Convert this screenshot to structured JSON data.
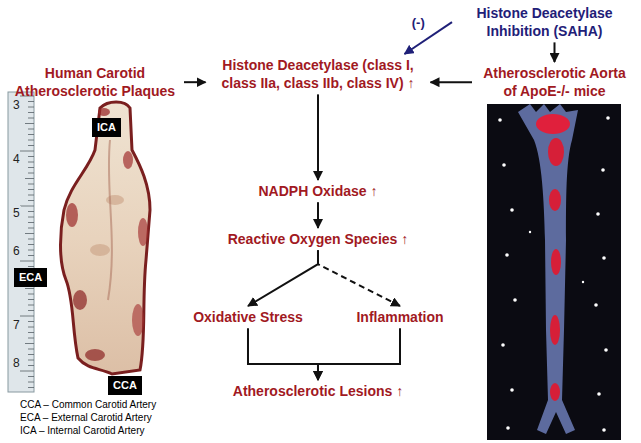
{
  "diagram": {
    "nodes": [
      {
        "text": [
          "Histone Deacetylase Inhibition (SAHA)"
        ]
      },
      {
        "text": [
          "Human Carotid Atherosclerotic Plaques"
        ]
      },
      {
        "text": [
          "Histone Deacetylase (class I, class IIa, class IIb, class IV) ↑"
        ]
      },
      {
        "text": [
          "Atherosclerotic Aorta of ApoE-/- mice"
        ]
      },
      {
        "text": [
          "NADPH Oxidase ↑"
        ]
      },
      {
        "text": [
          "Reactive Oxygen Species ↑"
        ]
      },
      {
        "text": [
          "Oxidative Stress"
        ]
      },
      {
        "text": [
          "Inflammation"
        ]
      },
      {
        "text": [
          "Atherosclerotic Lesions ↑"
        ]
      }
    ],
    "edges": [
      {
        "from": 0,
        "to": 2,
        "label": "(-)",
        "arrow": "to"
      },
      {
        "from": 0,
        "to": 3,
        "arrow": "to"
      },
      {
        "from": 1,
        "to": 2,
        "arrow": "to"
      },
      {
        "from": 3,
        "to": 2,
        "arrow": "to"
      },
      {
        "from": 2,
        "to": 4,
        "arrow": "to"
      },
      {
        "from": 4,
        "to": 5,
        "arrow": "to"
      },
      {
        "from": 5,
        "to": 6,
        "arrow": "to"
      },
      {
        "from": 5,
        "to": 7,
        "arrow": "to"
      },
      {
        "from": 6,
        "to": 8,
        "arrow": "to"
      },
      {
        "from": 7,
        "to": 8,
        "arrow": "to"
      }
    ],
    "labels": [
      "ICA",
      "ECA",
      "CCA",
      "3",
      "4",
      "5",
      "6",
      "7",
      "8",
      "CCA – Common Carotid Artery",
      "ECA – External Carotid Artery",
      "ICA – Internal Carotid Artery"
    ]
  }
}
